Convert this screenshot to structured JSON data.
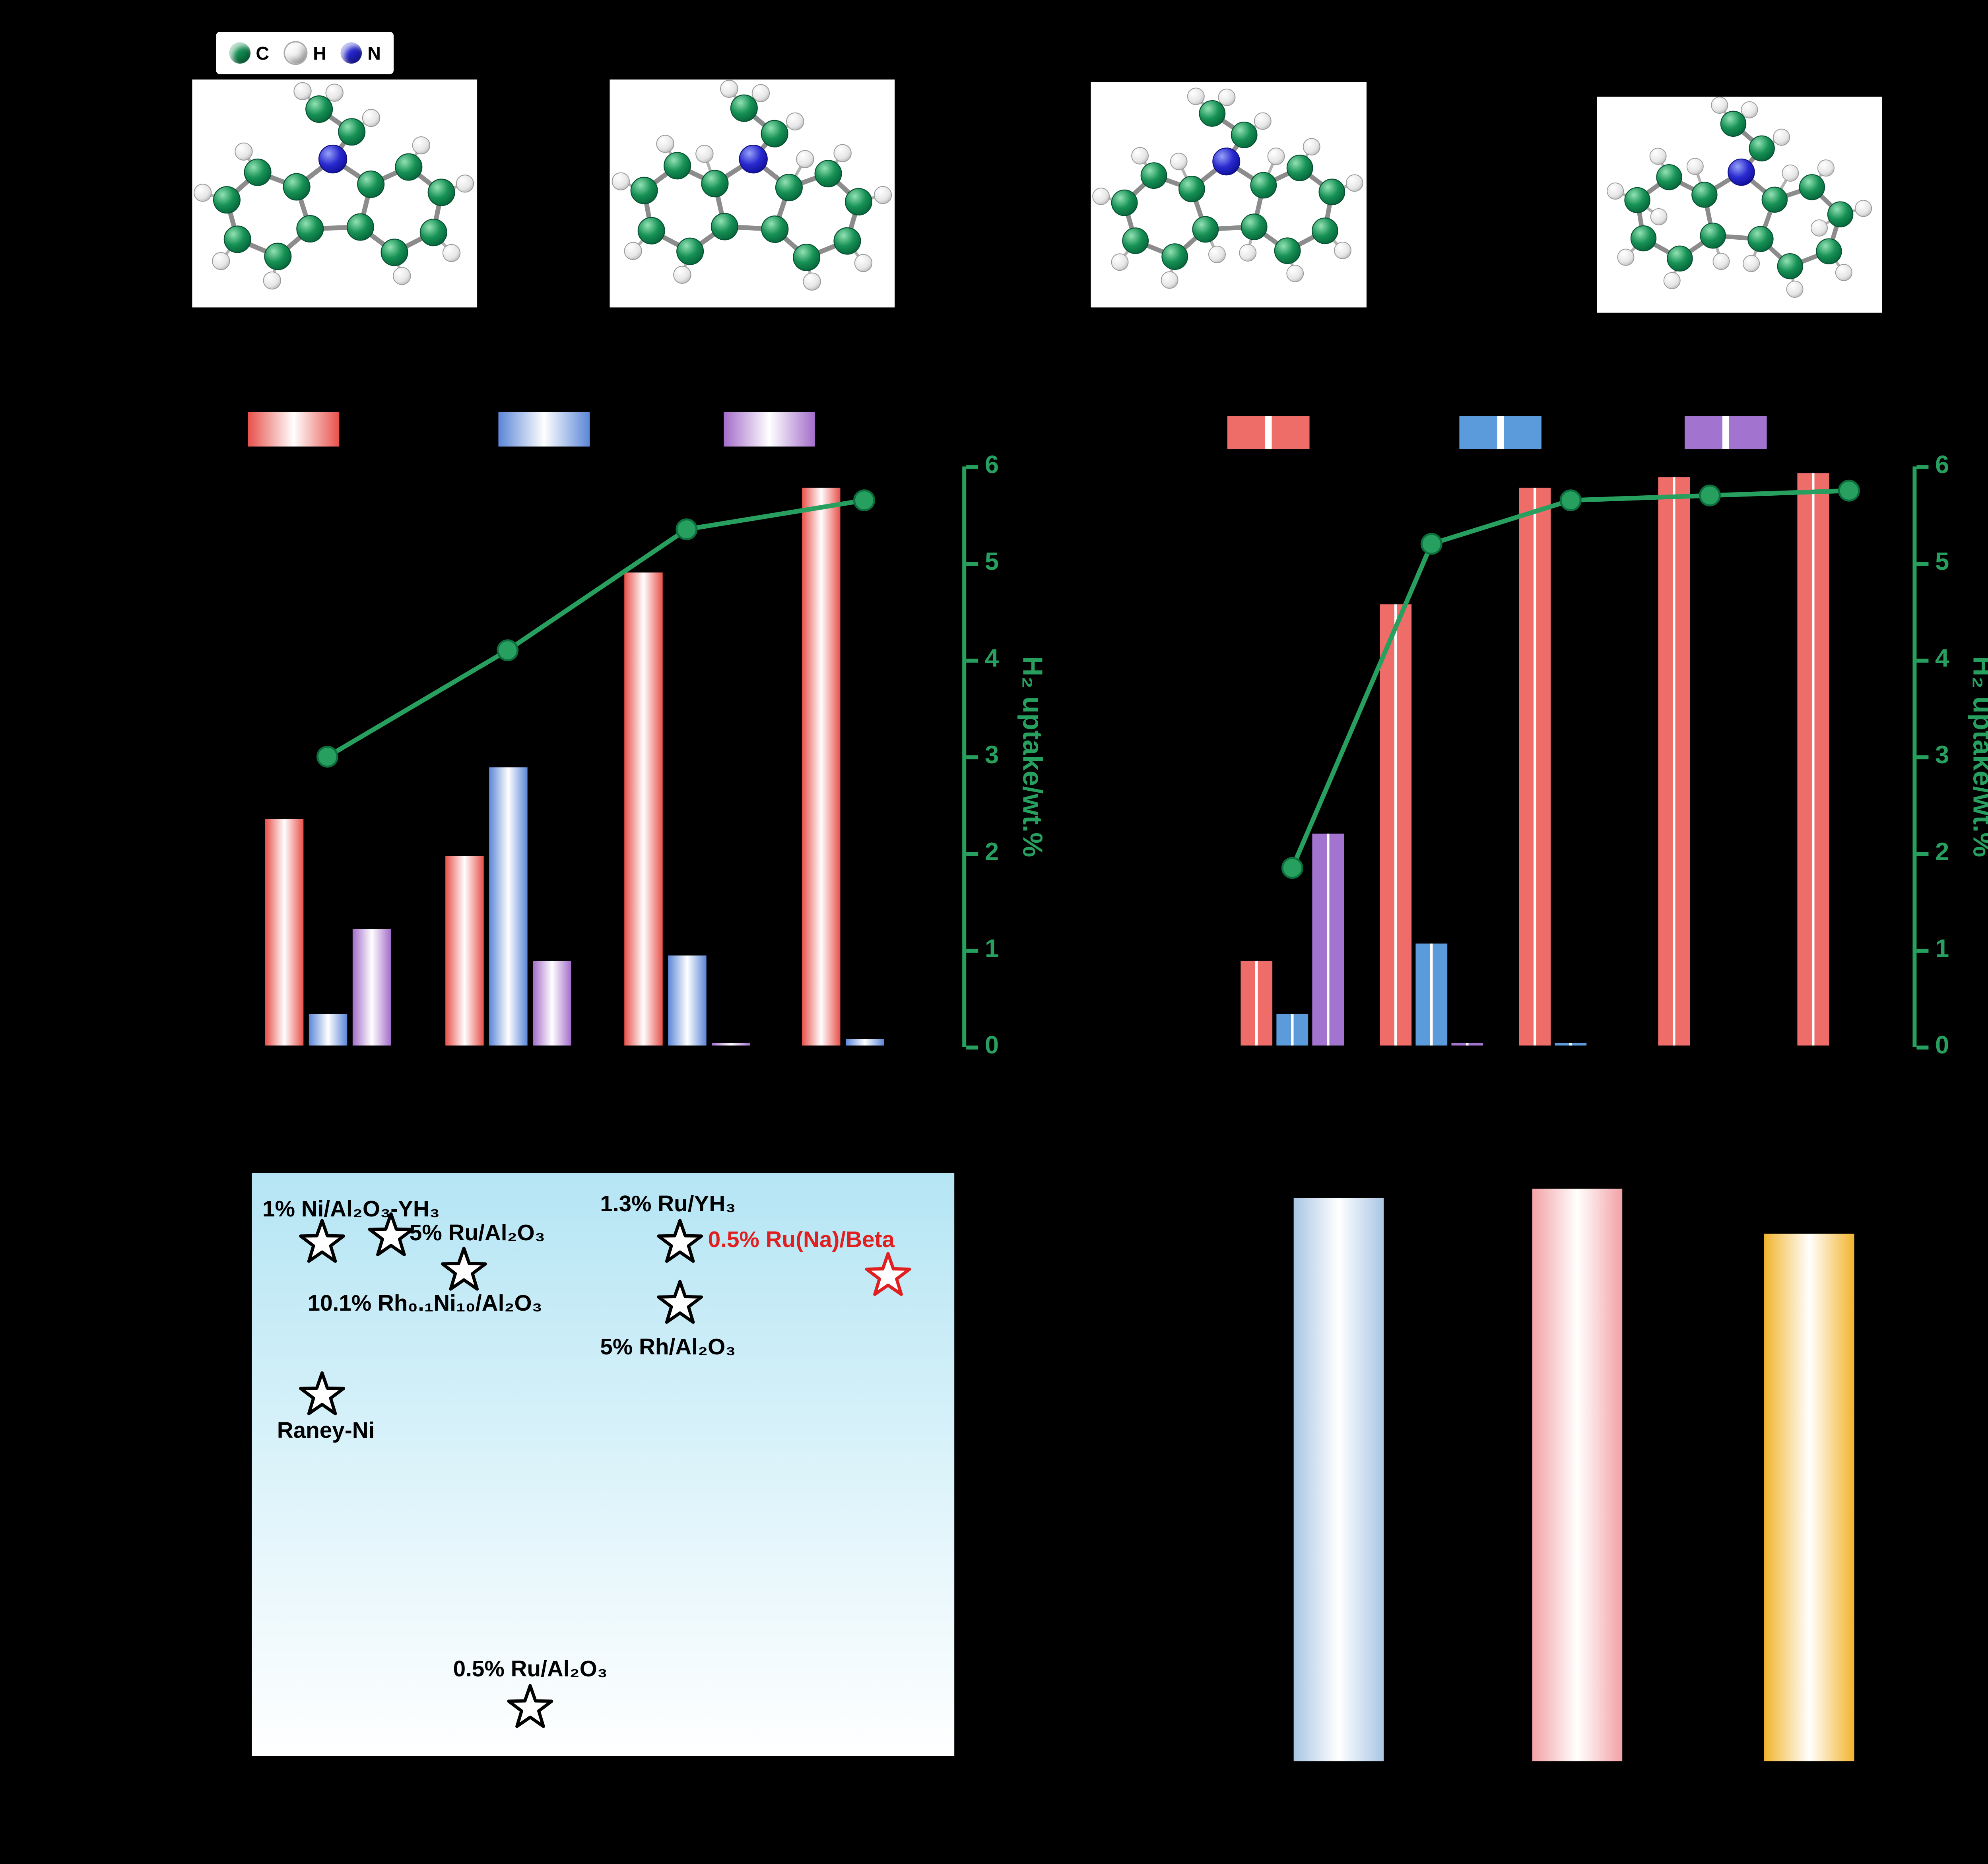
{
  "colors": {
    "background": "#000000",
    "accent_green": "#27a05f"
  },
  "atom_legend": {
    "items": [
      {
        "symbol": "C",
        "color": "#0f8a4f"
      },
      {
        "symbol": "H",
        "color": "#f5f5f5"
      },
      {
        "symbol": "N",
        "color": "#2323cd"
      }
    ]
  },
  "molecules": [
    {
      "name": "molecule-1"
    },
    {
      "name": "molecule-2"
    },
    {
      "name": "molecule-3"
    },
    {
      "name": "molecule-4"
    }
  ],
  "chart_data": [
    {
      "id": "panel-b",
      "type": "bar+line",
      "left_ylim": [
        0,
        100
      ],
      "categories": [
        "",
        "",
        "",
        ""
      ],
      "series": [
        {
          "name": "red",
          "color": "#e8504a",
          "values": [
            39.5,
            33,
            82,
            96.5
          ]
        },
        {
          "name": "blue",
          "color": "#5b86d7",
          "values": [
            6,
            48.5,
            16,
            1.5
          ]
        },
        {
          "name": "purple",
          "color": "#a36cc9",
          "values": [
            20.5,
            15,
            1,
            0.5
          ]
        }
      ],
      "line_series": {
        "name": "H₂ uptake",
        "color": "#27a05f",
        "values": [
          3.0,
          4.1,
          5.35,
          5.65
        ]
      },
      "right_ylim": [
        0,
        6
      ],
      "right_ticks": [
        "0",
        "1",
        "2",
        "3",
        "4",
        "5",
        "6"
      ],
      "right_axis_label": "H₂ uptake/wt.%",
      "legend_style": "gradient-swatches"
    },
    {
      "id": "panel-c",
      "type": "bar+line",
      "left_ylim": [
        0,
        100
      ],
      "categories": [
        "",
        "",
        "",
        "",
        ""
      ],
      "series": [
        {
          "name": "red",
          "color": "#ef6d68",
          "values": [
            15,
            76.5,
            96.5,
            98.5,
            99
          ]
        },
        {
          "name": "blue",
          "color": "#5b9bdc",
          "values": [
            6,
            18,
            1,
            0.4,
            0.3
          ]
        },
        {
          "name": "purple",
          "color": "#a273cf",
          "values": [
            37,
            1,
            0.4,
            0.2,
            0.1
          ]
        }
      ],
      "line_series": {
        "name": "H₂ uptake",
        "color": "#27a05f",
        "values": [
          1.85,
          5.2,
          5.65,
          5.7,
          5.75
        ]
      },
      "right_ylim": [
        0,
        6
      ],
      "right_ticks": [
        "0",
        "1",
        "2",
        "3",
        "4",
        "5",
        "6"
      ],
      "right_axis_label": "H₂ uptake/wt.%",
      "legend_style": "solid-swatches"
    },
    {
      "id": "panel-d",
      "type": "scatter",
      "marker": "open-star",
      "points": [
        {
          "label": "1% Ni/Al₂O₃-YH₃",
          "x": 0.1,
          "y": 0.118,
          "color": "#000000",
          "label_dx": -45,
          "label_dy": -34
        },
        {
          "label": "5% Ru/Al₂O₃",
          "x": 0.198,
          "y": 0.107,
          "color": "#000000",
          "label_dx": 14,
          "label_dy": -11
        },
        {
          "label": "10.1% Rh₀.₁Ni₁₀/Al₂O₃",
          "x": 0.302,
          "y": 0.166,
          "color": "#000000",
          "label_dx": -118,
          "label_dy": 16
        },
        {
          "label": "1.3% Ru/YH₃",
          "x": 0.609,
          "y": 0.118,
          "color": "#000000",
          "label_dx": -60,
          "label_dy": -38
        },
        {
          "label": "5% Rh/Al₂O₃",
          "x": 0.609,
          "y": 0.223,
          "color": "#000000",
          "label_dx": -60,
          "label_dy": 24
        },
        {
          "label": "0.5% Ru(Na)/Beta",
          "x": 0.906,
          "y": 0.175,
          "color": "#e02020",
          "label_dx": -136,
          "label_dy": -36
        },
        {
          "label": "Raney-Ni",
          "x": 0.1,
          "y": 0.38,
          "color": "#000000",
          "label_dx": -34,
          "label_dy": 18
        },
        {
          "label": "0.5% Ru/Al₂O₃",
          "x": 0.396,
          "y": 0.916,
          "color": "#000000",
          "label_dx": -58,
          "label_dy": -38
        }
      ]
    },
    {
      "id": "panel-e",
      "type": "bar",
      "categories": [
        "",
        "",
        ""
      ],
      "values": [
        95,
        96.5,
        89
      ],
      "bar_colors": [
        "#a9c6e4",
        "#f2a2a6",
        "#f2b42e"
      ],
      "ylim": [
        0,
        100
      ]
    }
  ]
}
